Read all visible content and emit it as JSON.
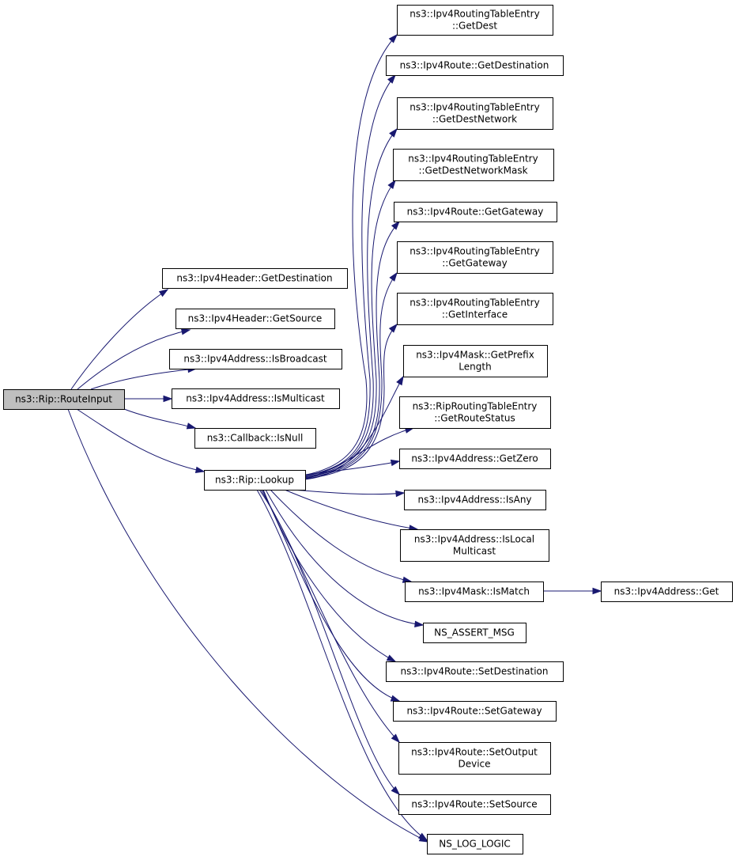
{
  "graph": {
    "edge_color": "#191970",
    "root_fill": "#bfbfbf",
    "nodes": [
      {
        "id": "route_input",
        "lines": [
          "ns3::Rip::RouteInput"
        ],
        "root": true
      },
      {
        "id": "hdr_get_destination",
        "lines": [
          "ns3::Ipv4Header::GetDestination"
        ]
      },
      {
        "id": "hdr_get_source",
        "lines": [
          "ns3::Ipv4Header::GetSource"
        ]
      },
      {
        "id": "addr_is_broadcast",
        "lines": [
          "ns3::Ipv4Address::IsBroadcast"
        ]
      },
      {
        "id": "addr_is_multicast",
        "lines": [
          "ns3::Ipv4Address::IsMulticast"
        ]
      },
      {
        "id": "callback_is_null",
        "lines": [
          "ns3::Callback::IsNull"
        ]
      },
      {
        "id": "rip_lookup",
        "lines": [
          "ns3::Rip::Lookup"
        ]
      },
      {
        "id": "rte_get_dest",
        "lines": [
          "ns3::Ipv4RoutingTableEntry",
          "::GetDest"
        ]
      },
      {
        "id": "route_get_destination",
        "lines": [
          "ns3::Ipv4Route::GetDestination"
        ]
      },
      {
        "id": "rte_get_dest_network",
        "lines": [
          "ns3::Ipv4RoutingTableEntry",
          "::GetDestNetwork"
        ]
      },
      {
        "id": "rte_get_dest_network_mask",
        "lines": [
          "ns3::Ipv4RoutingTableEntry",
          "::GetDestNetworkMask"
        ]
      },
      {
        "id": "route_get_gateway",
        "lines": [
          "ns3::Ipv4Route::GetGateway"
        ]
      },
      {
        "id": "rte_get_gateway",
        "lines": [
          "ns3::Ipv4RoutingTableEntry",
          "::GetGateway"
        ]
      },
      {
        "id": "rte_get_interface",
        "lines": [
          "ns3::Ipv4RoutingTableEntry",
          "::GetInterface"
        ]
      },
      {
        "id": "mask_get_prefix_length",
        "lines": [
          "ns3::Ipv4Mask::GetPrefix",
          "Length"
        ]
      },
      {
        "id": "riprte_get_route_status",
        "lines": [
          "ns3::RipRoutingTableEntry",
          "::GetRouteStatus"
        ]
      },
      {
        "id": "addr_get_zero",
        "lines": [
          "ns3::Ipv4Address::GetZero"
        ]
      },
      {
        "id": "addr_is_any",
        "lines": [
          "ns3::Ipv4Address::IsAny"
        ]
      },
      {
        "id": "addr_is_local_multicast",
        "lines": [
          "ns3::Ipv4Address::IsLocal",
          "Multicast"
        ]
      },
      {
        "id": "mask_is_match",
        "lines": [
          "ns3::Ipv4Mask::IsMatch"
        ]
      },
      {
        "id": "addr_get",
        "lines": [
          "ns3::Ipv4Address::Get"
        ]
      },
      {
        "id": "ns_assert_msg",
        "lines": [
          "NS_ASSERT_MSG"
        ]
      },
      {
        "id": "route_set_destination",
        "lines": [
          "ns3::Ipv4Route::SetDestination"
        ]
      },
      {
        "id": "route_set_gateway",
        "lines": [
          "ns3::Ipv4Route::SetGateway"
        ]
      },
      {
        "id": "route_set_output_device",
        "lines": [
          "ns3::Ipv4Route::SetOutput",
          "Device"
        ]
      },
      {
        "id": "route_set_source",
        "lines": [
          "ns3::Ipv4Route::SetSource"
        ]
      },
      {
        "id": "ns_log_logic",
        "lines": [
          "NS_LOG_LOGIC"
        ]
      }
    ],
    "edges": [
      {
        "from": "route_input",
        "to": "hdr_get_destination"
      },
      {
        "from": "route_input",
        "to": "hdr_get_source"
      },
      {
        "from": "route_input",
        "to": "addr_is_broadcast"
      },
      {
        "from": "route_input",
        "to": "addr_is_multicast"
      },
      {
        "from": "route_input",
        "to": "callback_is_null"
      },
      {
        "from": "route_input",
        "to": "rip_lookup"
      },
      {
        "from": "route_input",
        "to": "ns_log_logic"
      },
      {
        "from": "rip_lookup",
        "to": "rte_get_dest"
      },
      {
        "from": "rip_lookup",
        "to": "route_get_destination"
      },
      {
        "from": "rip_lookup",
        "to": "rte_get_dest_network"
      },
      {
        "from": "rip_lookup",
        "to": "rte_get_dest_network_mask"
      },
      {
        "from": "rip_lookup",
        "to": "route_get_gateway"
      },
      {
        "from": "rip_lookup",
        "to": "rte_get_gateway"
      },
      {
        "from": "rip_lookup",
        "to": "rte_get_interface"
      },
      {
        "from": "rip_lookup",
        "to": "mask_get_prefix_length"
      },
      {
        "from": "rip_lookup",
        "to": "riprte_get_route_status"
      },
      {
        "from": "rip_lookup",
        "to": "addr_get_zero"
      },
      {
        "from": "rip_lookup",
        "to": "addr_is_any"
      },
      {
        "from": "rip_lookup",
        "to": "addr_is_local_multicast"
      },
      {
        "from": "rip_lookup",
        "to": "mask_is_match"
      },
      {
        "from": "rip_lookup",
        "to": "ns_assert_msg"
      },
      {
        "from": "rip_lookup",
        "to": "route_set_destination"
      },
      {
        "from": "rip_lookup",
        "to": "route_set_gateway"
      },
      {
        "from": "rip_lookup",
        "to": "route_set_output_device"
      },
      {
        "from": "rip_lookup",
        "to": "route_set_source"
      },
      {
        "from": "rip_lookup",
        "to": "ns_log_logic"
      },
      {
        "from": "mask_is_match",
        "to": "addr_get"
      }
    ]
  }
}
